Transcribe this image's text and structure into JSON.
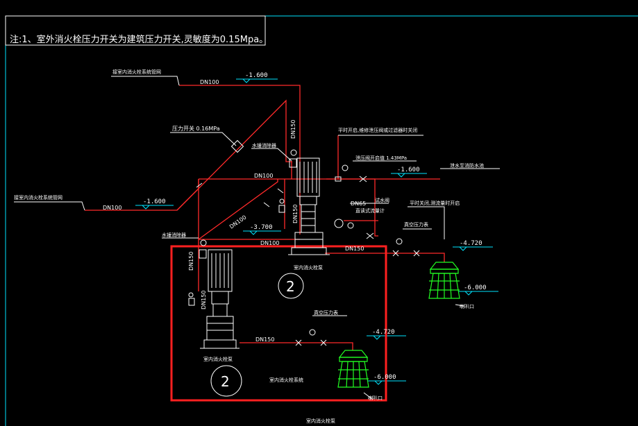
{
  "note": {
    "text": "注:1、室外消火栓压力开关为建筑压力开关,灵敏度为0.15Mpa。"
  },
  "labels": {
    "to_indoor_top": "接室内消火栓系统管网",
    "to_indoor_left": "接室内消火栓系统管网",
    "pressure_switch": "压力开关 0.16MPa",
    "water_hammer_top": "水锤消除器",
    "water_hammer_bottom": "水锤消除器",
    "normally_open_note": "平时开启,维修泄压阀或过滤器时关闭",
    "relief_valve": "泄压阀开启值 1.43MPa",
    "to_pool": "泄水至消防水池",
    "dn65": "DN65",
    "test_valve": "试水阀",
    "flowmeter": "直读式流量计",
    "normally_closed_note": "平时关闭,测流量时开启",
    "vacuum_gauge_right": "真空压力表",
    "vacuum_gauge_bottom": "真空压力表",
    "pump_top": "室内消火栓泵",
    "pump_bottom": "室内消火栓泵",
    "bell_right": "喇叭口",
    "bell_bottom": "喇叭口",
    "system_name": "室内消火栓系统",
    "bottom_caption": "室内消火栓泵"
  },
  "dn": {
    "top": "DN100",
    "left": "DN100",
    "mid": "DN100",
    "diag": "DN100",
    "low": "DN100",
    "v150_top": "DN150",
    "v150_pump": "DN150",
    "right150": "DN150",
    "bot150": "DN150",
    "pump_left150": "DN150",
    "pump_left150b": "DN150"
  },
  "elevations": {
    "top": "-1.600",
    "left": "-1.600",
    "right": "-1.600",
    "mid": "-3.700",
    "tank_right": "-4.720",
    "tank_right_low": "-6.000",
    "tank_bottom": "-4.720",
    "tank_bottom_low": "-6.000"
  },
  "tags": {
    "pump_top": "2",
    "pump_bottom": "2"
  },
  "colors": {
    "pipe": "#ff2a2a",
    "line": "#ffffff",
    "elevation_line": "#00e5ff",
    "tank": "#22ff22",
    "highlight": "#ff2020",
    "background": "#000000"
  }
}
